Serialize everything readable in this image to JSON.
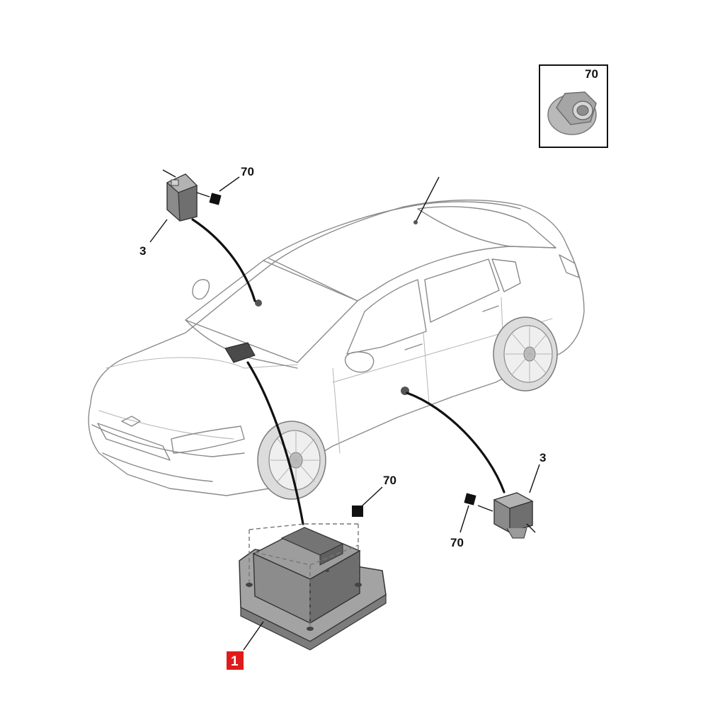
{
  "labels": {
    "nut_inset": "70",
    "sensor_left": "3",
    "sensor_left_fixing": "70",
    "sensor_right": "3",
    "sensor_right_fixing": "70",
    "module_fixing": "70",
    "module": "1"
  },
  "colors": {
    "highlight_label": "#e01b1b",
    "part_dark": "#6f6f6f",
    "part_mid": "#9c9c9c",
    "part_light": "#c9c9c9",
    "outline": "#111111"
  },
  "icons": {
    "nut": "flange-nut-icon",
    "fixing_marker": "square-marker-icon"
  }
}
